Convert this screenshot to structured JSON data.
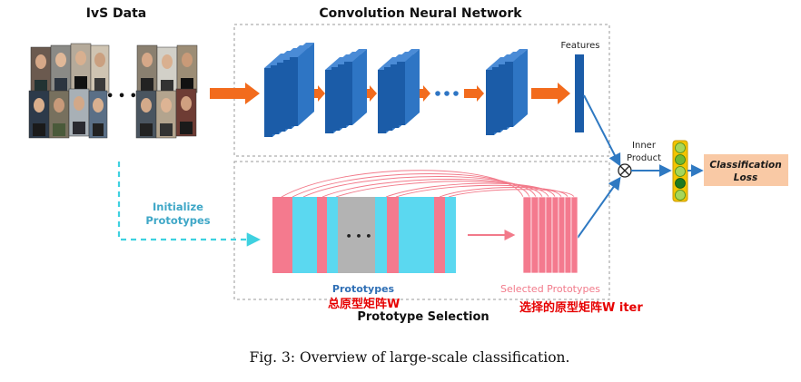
{
  "title_data": "IvS Data",
  "cnn_title": "Convolution Neural Network",
  "features_label": "Features",
  "inner_product_line1": "Inner",
  "inner_product_line2": "Product",
  "loss_line1": "Classification",
  "loss_line2": "Loss",
  "init_line1": "Initialize",
  "init_line2": "Prototypes",
  "prototypes_label": "Prototypes",
  "selected_label": "Selected Prototypes",
  "section_label": "Prototype Selection",
  "annotation_total": "总原型矩阵W",
  "annotation_selected": "选择的原型矩阵W iter",
  "ellipsis_faces": "• • •",
  "ellipsis_matrix": "• • •",
  "caption": "Fig. 3: Overview of large-scale classification.",
  "colors": {
    "cube_front": "#1b5ca8",
    "cube_side": "#2e75c4",
    "orange_arrow": "#f26b1d",
    "dashed_cyan": "#3fd1e0",
    "init_text": "#3fa7c7",
    "pink": "#f47a8e",
    "cyan": "#5bd8f0",
    "gray": "#b3b3b3",
    "prototype_text": "#2f6fb5",
    "selected_text": "#f27a8a",
    "annotation_red": "#e60000",
    "loss_fill": "#f9c9a5",
    "node_fill": "#99cc33",
    "node_dark": "#2a8a2a",
    "node_border": "#e8b400"
  }
}
